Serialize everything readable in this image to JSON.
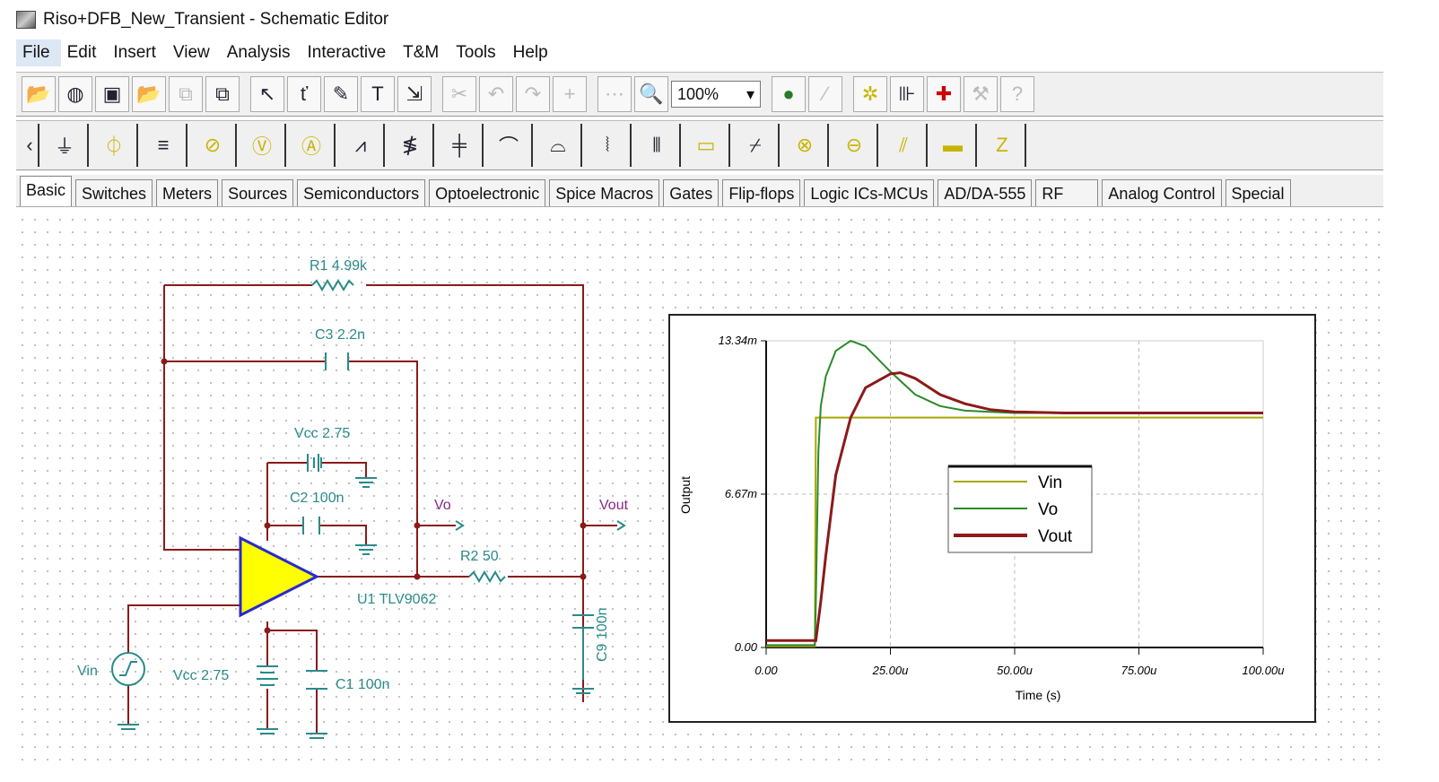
{
  "window": {
    "title": "Riso+DFB_New_Transient - Schematic Editor"
  },
  "menu": [
    "File",
    "Edit",
    "Insert",
    "View",
    "Analysis",
    "Interactive",
    "T&M",
    "Tools",
    "Help"
  ],
  "toolbar": {
    "zoom": "100%"
  },
  "tabs": [
    "Basic",
    "Switches",
    "Meters",
    "Sources",
    "Semiconductors",
    "Optoelectronic",
    "Spice Macros",
    "Gates",
    "Flip-flops",
    "Logic ICs-MCUs",
    "AD/DA-555",
    "RF",
    "Analog Control",
    "Special"
  ],
  "schematic": {
    "R1": "R1 4.99k",
    "C3": "C3 2.2n",
    "Vcc_top": "Vcc 2.75",
    "C2": "C2 100n",
    "Vo": "Vo",
    "Vout": "Vout",
    "R2": "R2 50",
    "U1": "U1 TLV9062",
    "C9": "C9 100n",
    "Vin": "Vin",
    "Vcc_bot": "Vcc 2.75",
    "C1": "C1 100n"
  },
  "colors": {
    "wire": "#8b1a1a",
    "opamp": "#ffff00",
    "label": "#2a8a8a",
    "net": "#8a2a8a"
  },
  "chart_data": {
    "type": "line",
    "xlabel": "Time (s)",
    "ylabel": "Output",
    "xlim": [
      0,
      100
    ],
    "ylim": [
      0,
      13.34
    ],
    "x_ticks": [
      "0.00",
      "25.00u",
      "50.00u",
      "75.00u",
      "100.00u"
    ],
    "x_tick_values": [
      0,
      25,
      50,
      75,
      100
    ],
    "y_ticks": [
      "0.00",
      "6.67m",
      "13.34m"
    ],
    "y_tick_values": [
      0,
      6.67,
      13.34
    ],
    "grid": true,
    "legend": "center",
    "series": [
      {
        "name": "Vin",
        "color": "#a8a800",
        "x": [
          0,
          9.8,
          10,
          100
        ],
        "y": [
          0.05,
          0.05,
          10.0,
          10.0
        ]
      },
      {
        "name": "Vo",
        "color": "#2a8a2a",
        "x": [
          0,
          9.8,
          10,
          10.5,
          11,
          12,
          14,
          17,
          20,
          25,
          30,
          35,
          40,
          45,
          50,
          60,
          100
        ],
        "y": [
          0.1,
          0.1,
          2,
          8.5,
          10.5,
          11.8,
          12.9,
          13.34,
          13.1,
          12.0,
          11.0,
          10.5,
          10.3,
          10.25,
          10.2,
          10.2,
          10.2
        ]
      },
      {
        "name": "Vout",
        "color": "#8b1a1a",
        "x": [
          0,
          9.8,
          10,
          11,
          12,
          14,
          17,
          20,
          25,
          27,
          30,
          35,
          40,
          45,
          50,
          60,
          100
        ],
        "y": [
          0.3,
          0.3,
          0.3,
          2,
          4,
          7.5,
          10,
          11.3,
          11.9,
          11.95,
          11.7,
          11.0,
          10.6,
          10.35,
          10.25,
          10.2,
          10.2
        ]
      }
    ]
  }
}
